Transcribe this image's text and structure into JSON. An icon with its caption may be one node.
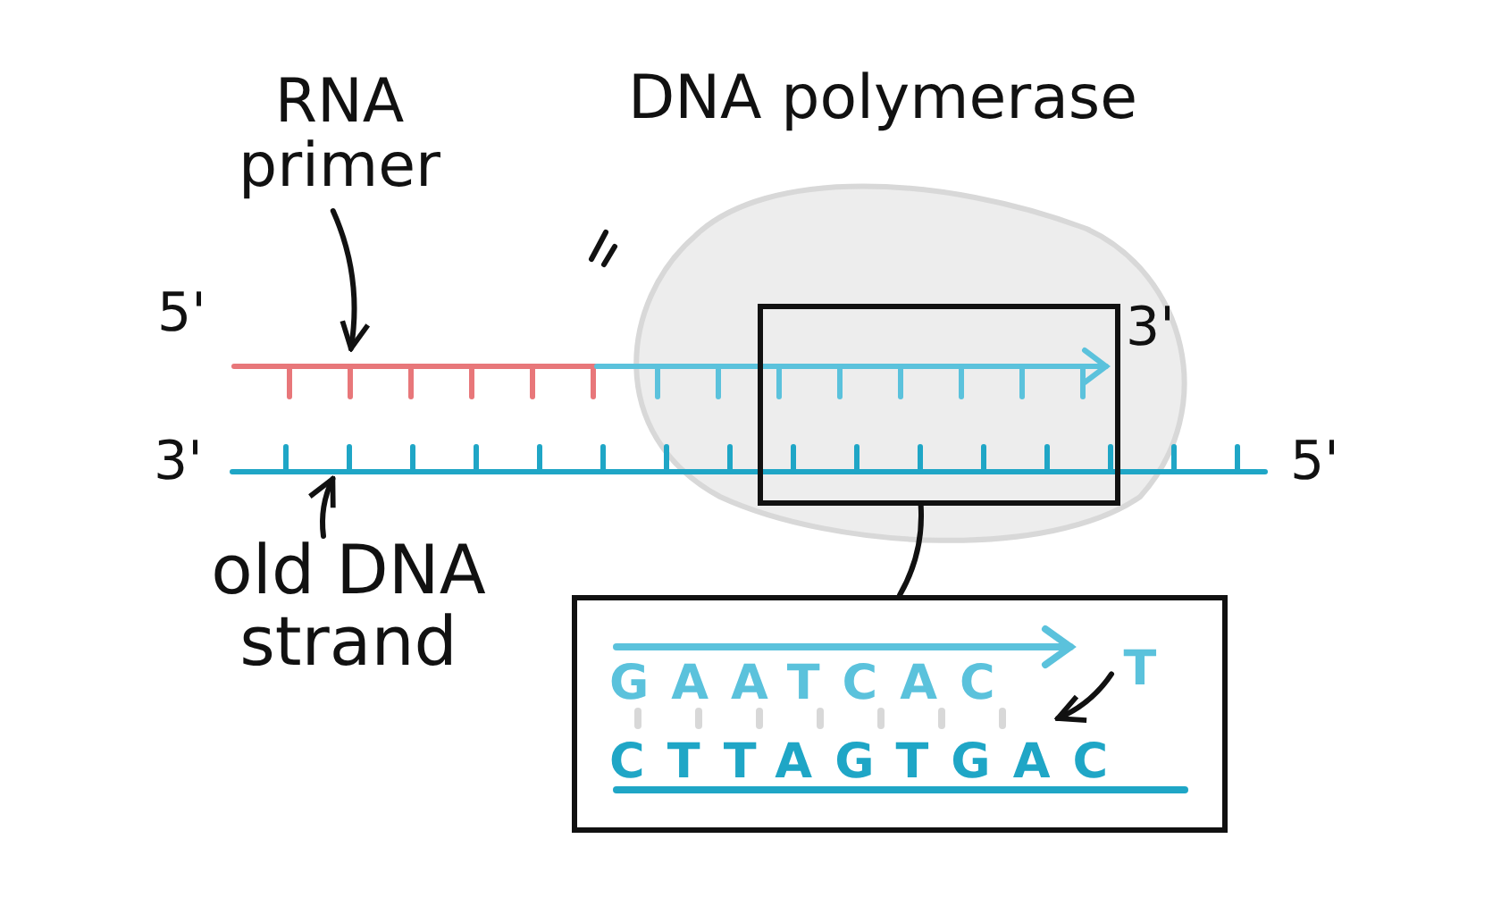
{
  "diagram": {
    "nodes": [
      {
        "text": [
          "RNA primer"
        ]
      },
      {
        "text": [],
        "shape": "bar"
      },
      {
        "text": [
          "DNA polymerase"
        ]
      },
      {
        "text": [
          "old DNA strand"
        ]
      },
      {
        "text": [],
        "shape": "bar"
      },
      {
        "text": [],
        "shape": "box",
        "in": 2
      },
      {
        "text": [
          "GAATCAC",
          "CTTAGTGAC"
        ]
      },
      {
        "text": [
          "T"
        ],
        "in": 6
      }
    ],
    "edges": [
      {
        "from": 0,
        "to": 1,
        "arrow": "to"
      },
      {
        "from": 3,
        "to": 4,
        "arrow": "to"
      },
      {
        "from": 5,
        "to": 6,
        "arrow": "none"
      },
      {
        "from": 7,
        "to": null,
        "arrow": "to"
      }
    ],
    "labels": [
      "5'",
      "3'",
      "3'",
      "5'"
    ]
  }
}
